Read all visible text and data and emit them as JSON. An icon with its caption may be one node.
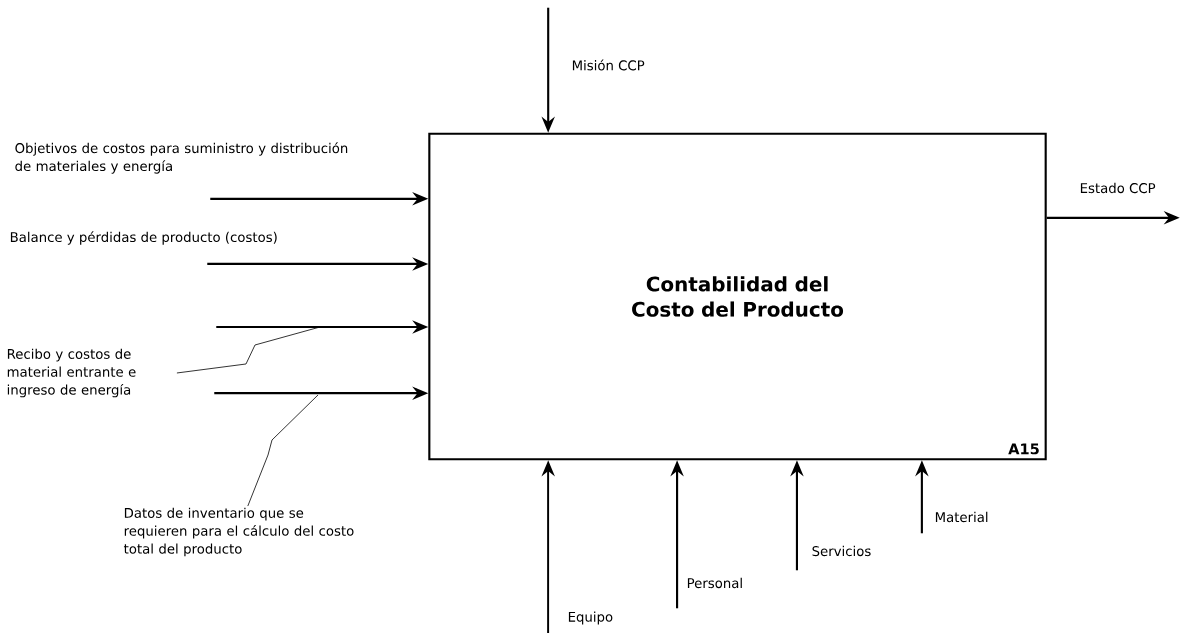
{
  "diagram": {
    "nodes": [
      {
        "text": [
          "Contabilidad del Costo del Producto",
          "A15"
        ]
      },
      {
        "text": [
          "Recibo y costos de material entrante e ingreso de energía"
        ]
      },
      {
        "text": [
          "Datos de inventario que se requieren para el cálculo del costo total del producto"
        ]
      }
    ],
    "edges": [
      {
        "from": null,
        "to": 0,
        "arrow": "to",
        "label": "Misión CCP"
      },
      {
        "from": null,
        "to": 0,
        "arrow": "to",
        "label": "Objetivos de costos para suministro y distribución de materiales y energía"
      },
      {
        "from": null,
        "to": 0,
        "arrow": "to",
        "label": "Balance y pérdidas de producto (costos)"
      },
      {
        "from": null,
        "to": 0,
        "arrow": "to"
      },
      {
        "from": null,
        "to": 0,
        "arrow": "to"
      },
      {
        "from": 0,
        "to": null,
        "arrow": "to",
        "label": "Estado CCP"
      },
      {
        "from": null,
        "to": 0,
        "arrow": "to",
        "label": "Equipo"
      },
      {
        "from": null,
        "to": 0,
        "arrow": "to",
        "label": "Personal"
      },
      {
        "from": null,
        "to": 0,
        "arrow": "to",
        "label": "Servicios"
      },
      {
        "from": null,
        "to": 0,
        "arrow": "to",
        "label": "Material"
      },
      {
        "from": 1,
        "to": null,
        "arrow": "none"
      },
      {
        "from": 2,
        "to": null,
        "arrow": "none"
      }
    ]
  }
}
